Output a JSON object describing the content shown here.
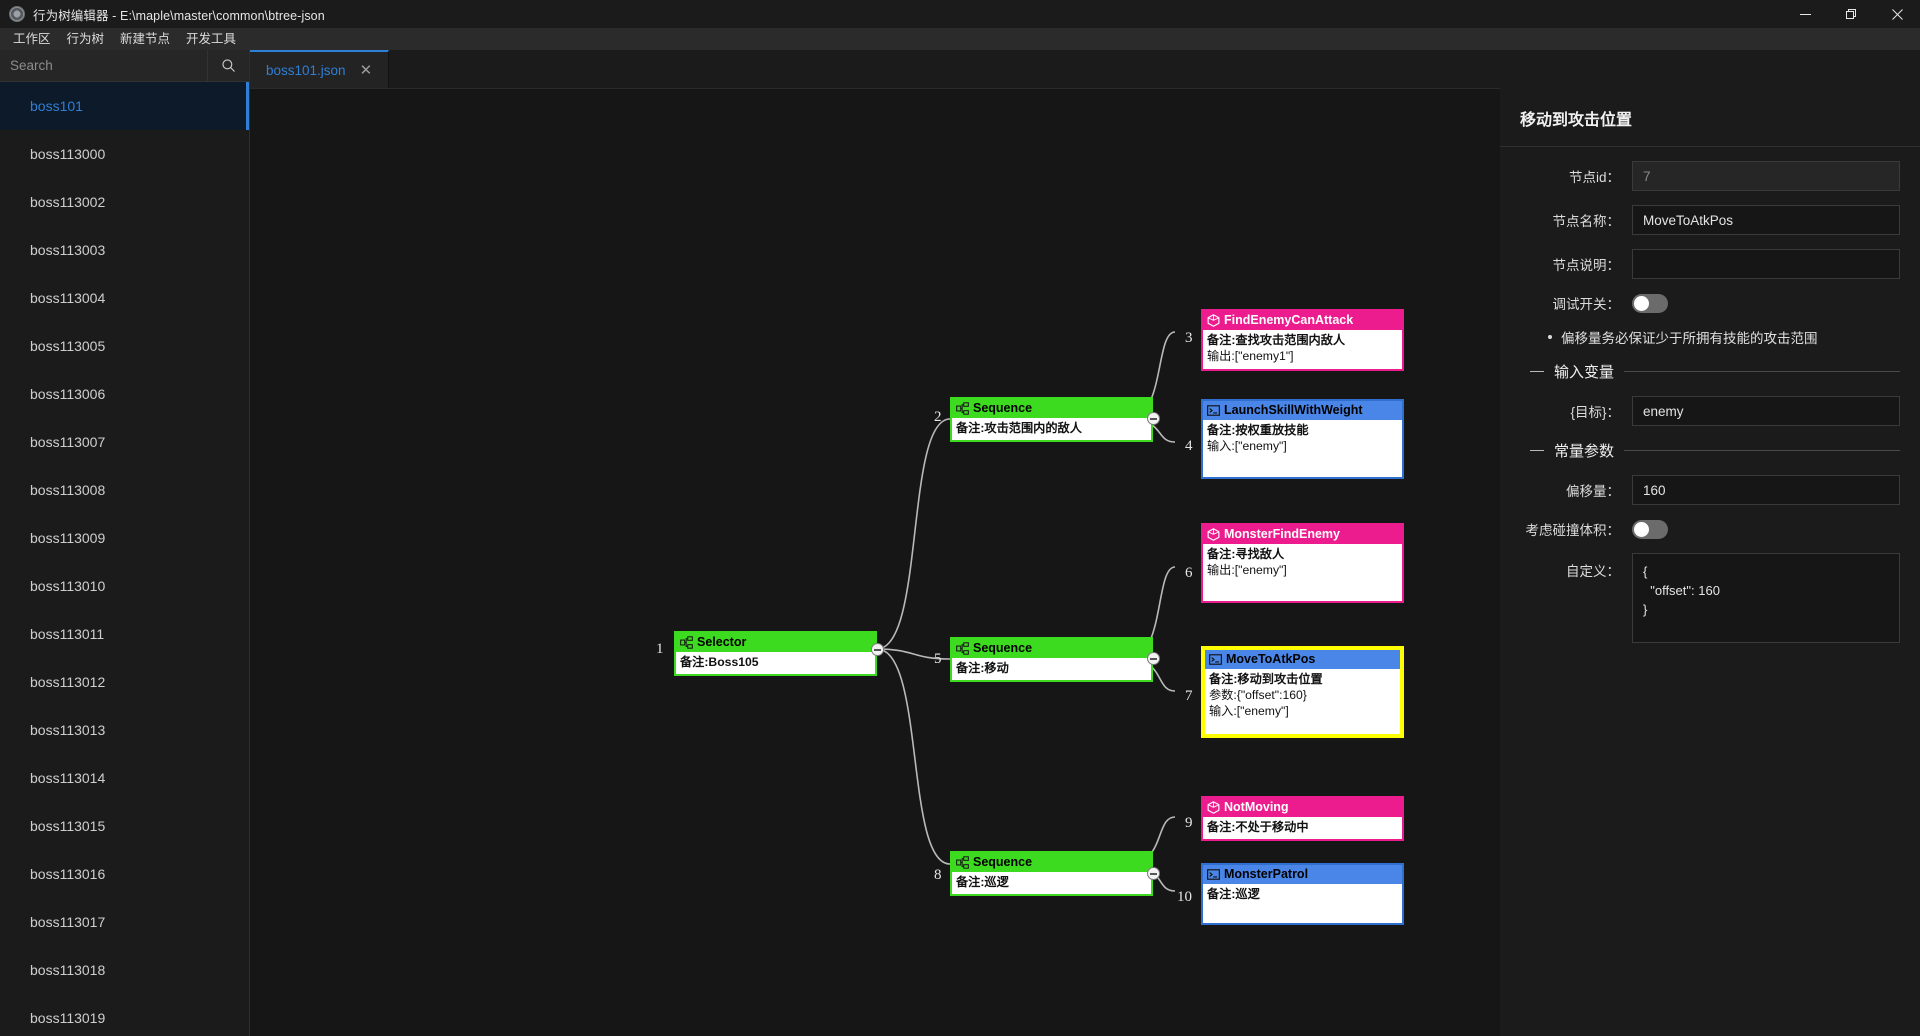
{
  "window": {
    "title": "行为树编辑器 - E:\\maple\\master\\common\\btree-json",
    "app_icon": "gear-icon",
    "minimize_label": "—",
    "maximize_label": "❐",
    "close_label": "✕"
  },
  "menubar": {
    "items": [
      {
        "label": "工作区"
      },
      {
        "label": "行为树"
      },
      {
        "label": "新建节点"
      },
      {
        "label": "开发工具"
      }
    ]
  },
  "sidebar": {
    "search": {
      "placeholder": "Search",
      "value": "",
      "icon": "search-icon"
    },
    "files": [
      {
        "label": "boss101",
        "active": true
      },
      {
        "label": "boss113000",
        "active": false
      },
      {
        "label": "boss113002",
        "active": false
      },
      {
        "label": "boss113003",
        "active": false
      },
      {
        "label": "boss113004",
        "active": false
      },
      {
        "label": "boss113005",
        "active": false
      },
      {
        "label": "boss113006",
        "active": false
      },
      {
        "label": "boss113007",
        "active": false
      },
      {
        "label": "boss113008",
        "active": false
      },
      {
        "label": "boss113009",
        "active": false
      },
      {
        "label": "boss113010",
        "active": false
      },
      {
        "label": "boss113011",
        "active": false
      },
      {
        "label": "boss113012",
        "active": false
      },
      {
        "label": "boss113013",
        "active": false
      },
      {
        "label": "boss113014",
        "active": false
      },
      {
        "label": "boss113015",
        "active": false
      },
      {
        "label": "boss113016",
        "active": false
      },
      {
        "label": "boss113017",
        "active": false
      },
      {
        "label": "boss113018",
        "active": false
      },
      {
        "label": "boss113019",
        "active": false
      }
    ]
  },
  "tabs": [
    {
      "label": "boss101.json",
      "close_label": "✕",
      "active": true
    }
  ],
  "tree": {
    "nodes": [
      {
        "num": "1",
        "title": "Selector",
        "kind": "composite",
        "icon": "composite-icon",
        "lines": [
          {
            "text": "备注:Boss105",
            "cn": true
          }
        ],
        "selected": false
      },
      {
        "num": "2",
        "title": "Sequence",
        "kind": "composite",
        "icon": "composite-icon",
        "lines": [
          {
            "text": "备注:攻击范围内的敌人",
            "cn": true
          }
        ],
        "selected": false
      },
      {
        "num": "3",
        "title": "FindEnemyCanAttack",
        "kind": "condition",
        "icon": "condition-icon",
        "lines": [
          {
            "text": "备注:查找攻击范围内敌人",
            "cn": true
          },
          {
            "text": "输出:[\"enemy1\"]",
            "cn": false
          }
        ],
        "selected": false
      },
      {
        "num": "4",
        "title": "LaunchSkillWithWeight",
        "kind": "action",
        "icon": "action-icon",
        "lines": [
          {
            "text": "备注:按权重放技能",
            "cn": true
          },
          {
            "text": "输入:[\"enemy\"]",
            "cn": false
          }
        ],
        "selected": false
      },
      {
        "num": "5",
        "title": "Sequence",
        "kind": "composite",
        "icon": "composite-icon",
        "lines": [
          {
            "text": "备注:移动",
            "cn": true
          }
        ],
        "selected": false
      },
      {
        "num": "6",
        "title": "MonsterFindEnemy",
        "kind": "condition",
        "icon": "condition-icon",
        "lines": [
          {
            "text": "备注:寻找敌人",
            "cn": true
          },
          {
            "text": "输出:[\"enemy\"]",
            "cn": false
          }
        ],
        "selected": false
      },
      {
        "num": "7",
        "title": "MoveToAtkPos",
        "kind": "action",
        "icon": "action-icon",
        "lines": [
          {
            "text": "备注:移动到攻击位置",
            "cn": true
          },
          {
            "text": "参数:{\"offset\":160}",
            "cn": false
          },
          {
            "text": "输入:[\"enemy\"]",
            "cn": false
          }
        ],
        "selected": true
      },
      {
        "num": "8",
        "title": "Sequence",
        "kind": "composite",
        "icon": "composite-icon",
        "lines": [
          {
            "text": "备注:巡逻",
            "cn": true
          }
        ],
        "selected": false
      },
      {
        "num": "9",
        "title": "NotMoving",
        "kind": "condition",
        "icon": "condition-icon",
        "lines": [
          {
            "text": "备注:不处于移动中",
            "cn": true
          }
        ],
        "selected": false
      },
      {
        "num": "10",
        "title": "MonsterPatrol",
        "kind": "action",
        "icon": "action-icon",
        "lines": [
          {
            "text": "备注:巡逻",
            "cn": true
          }
        ],
        "selected": false
      }
    ]
  },
  "properties": {
    "title": "移动到攻击位置",
    "node_id": {
      "label": "节点id：",
      "value": "7",
      "readonly": true
    },
    "node_name": {
      "label": "节点名称：",
      "value": "MoveToAtkPos"
    },
    "node_desc": {
      "label": "节点说明：",
      "value": ""
    },
    "debug_switch": {
      "label": "调试开关：",
      "on": false
    },
    "hint": "偏移量务必保证少于所拥有技能的攻击范围",
    "section_input": "输入变量",
    "input_target": {
      "label": "{目标}：",
      "value": "enemy"
    },
    "section_const": "常量参数",
    "offset": {
      "label": "偏移量：",
      "value": "160"
    },
    "collision": {
      "label": "考虑碰撞体积：",
      "on": false
    },
    "custom": {
      "label": "自定义：",
      "value": "{\n  \"offset\": 160\n}"
    }
  },
  "colors": {
    "composite": "#3ddb1f",
    "condition": "#ec1c8e",
    "action": "#4a86e8",
    "selected": "#ffff00",
    "accent": "#2f7fd6",
    "background": "#161616"
  }
}
